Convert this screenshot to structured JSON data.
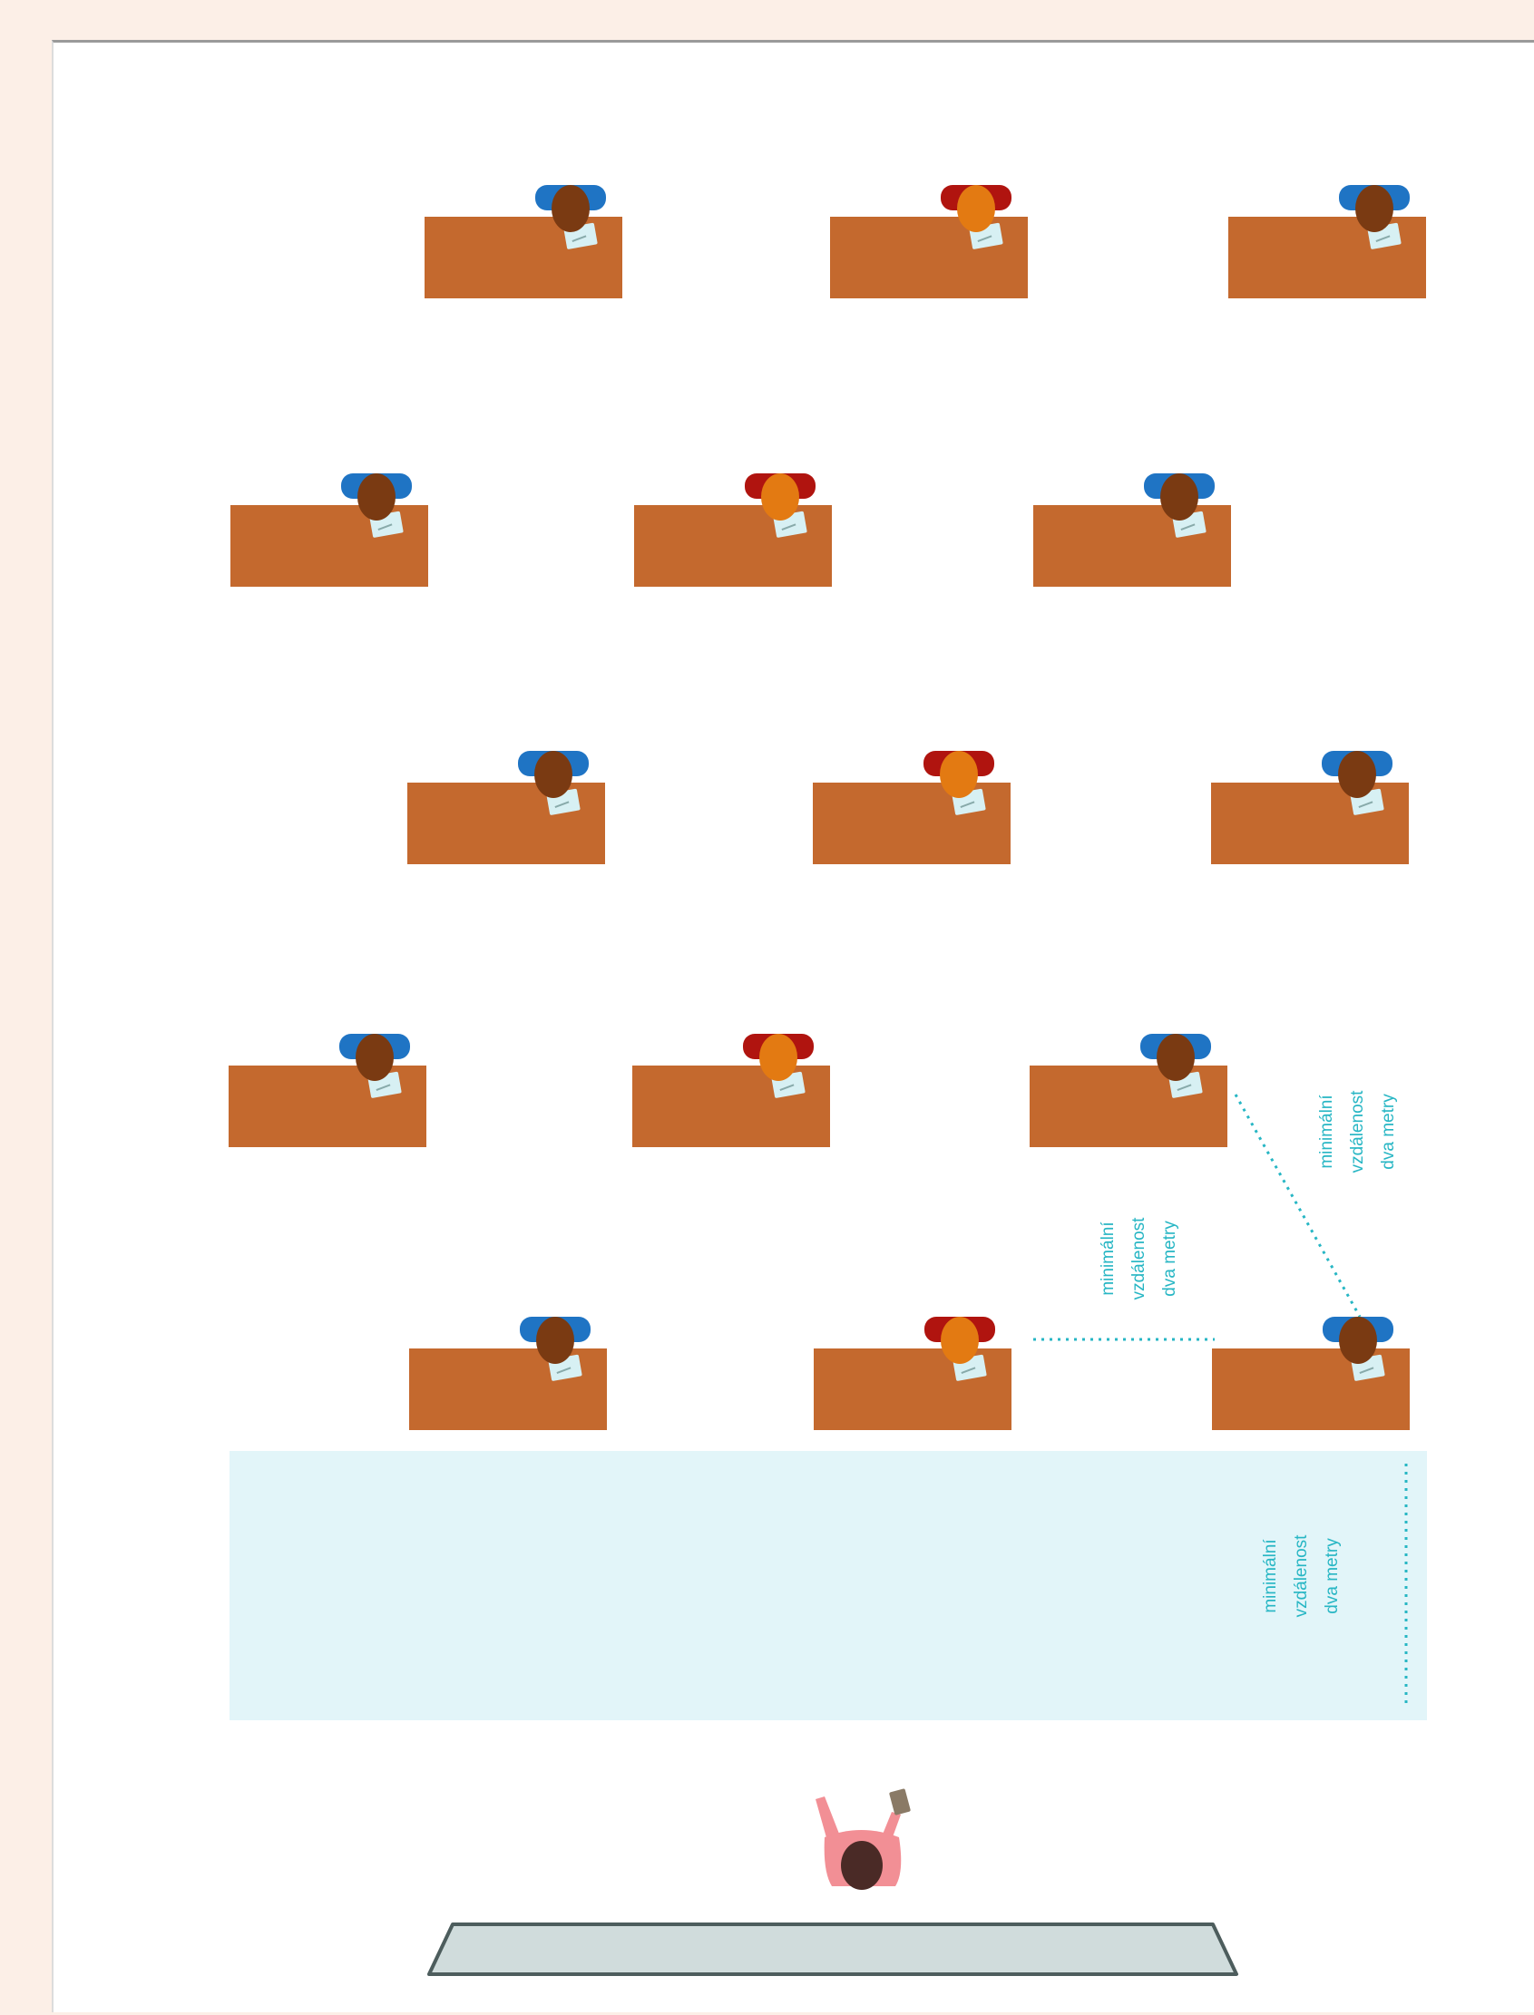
{
  "colors": {
    "background": "#fcefe7",
    "sheet": "#ffffff",
    "desk": "#c4692e",
    "student_blue_chair": "#1f74c4",
    "student_red_chair": "#b0140f",
    "hair_dark": "#7a3a12",
    "hair_orange": "#e37a12",
    "paper": "#d7f0f3",
    "distance_line": "#27b6c4",
    "teacher_zone": "#e2f5f9",
    "teacher_shirt": "#f28f95",
    "teacher_hair": "#4a2a26",
    "board": "#d0dcdc"
  },
  "icons": {
    "student": "student-at-desk-icon",
    "teacher": "teacher-with-marker-icon",
    "board": "whiteboard-icon"
  },
  "students": {
    "rows": [
      {
        "row": 1,
        "seats": [
          "blue",
          "red",
          "blue"
        ]
      },
      {
        "row": 2,
        "seats": [
          "blue",
          "red",
          "blue"
        ]
      },
      {
        "row": 3,
        "seats": [
          "blue",
          "red",
          "blue"
        ]
      },
      {
        "row": 4,
        "seats": [
          "blue",
          "red",
          "blue"
        ]
      },
      {
        "row": 5,
        "seats": [
          "blue",
          "red",
          "blue"
        ]
      }
    ]
  },
  "labels": {
    "distance_between_desks": {
      "line1": "minimální",
      "line2": "vzdálenost",
      "line3": "dva metry"
    },
    "distance_diagonal": {
      "line1": "minimální",
      "line2": "vzdálenost",
      "line3": "dva metry"
    },
    "distance_teacher_zone": {
      "line1": "minimální",
      "line2": "vzdálenost",
      "line3": "dva metry"
    }
  }
}
